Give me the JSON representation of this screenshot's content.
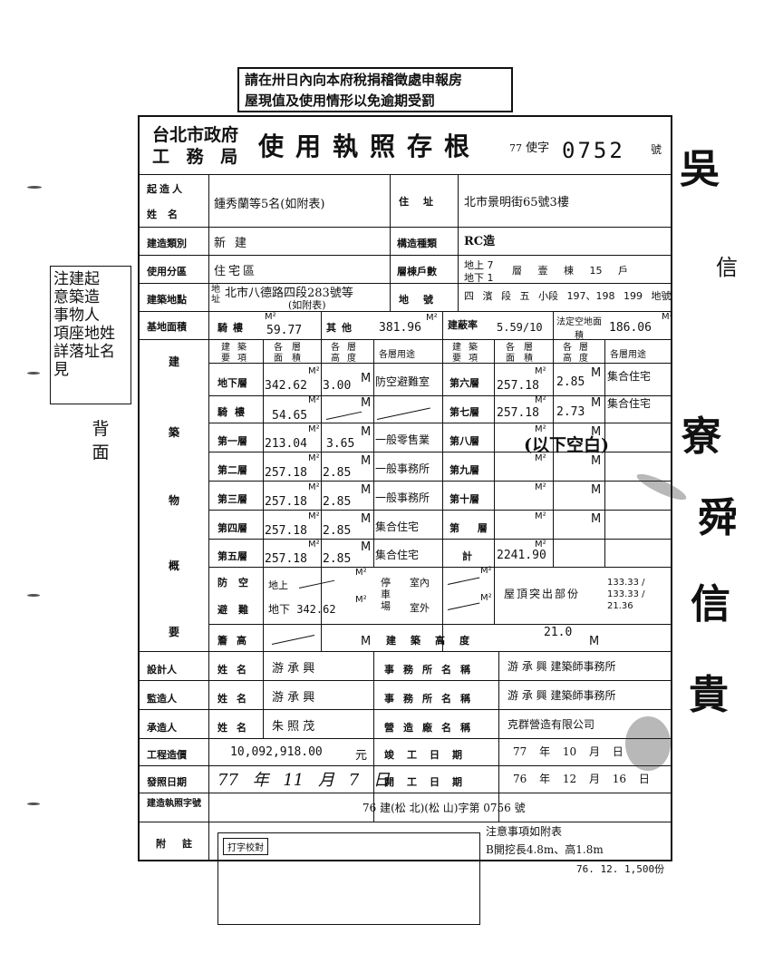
{
  "notice_stamp": {
    "line1": "請在卅日內向本府稅捐稽徵處申報房",
    "line2": "屋現值及使用情形以免逾期受罰"
  },
  "side_note": {
    "text": "注建起\n意築造\n事物人\n項座地姓\n詳落址名\n見",
    "back": "背\n面"
  },
  "header": {
    "agency_line1": "台北市政府",
    "agency_line2": "工 務 局",
    "title": "使用執照存根",
    "year_label": "77",
    "number_label": "使字",
    "number": "0752",
    "number_suffix": "號"
  },
  "applicant": {
    "label_top": "起造人",
    "label_bottom": "姓名",
    "value": "鍾秀蘭等5名(如附表)",
    "address_label": "住址",
    "address": "北市景明街65號3樓"
  },
  "building_type": {
    "label": "建造類別",
    "value": "新建",
    "structure_label": "構造種類",
    "structure": "RC造"
  },
  "zoning": {
    "label": "使用分區",
    "value": "住宅區",
    "floors_label": "層棟戶數",
    "above_ground": "地上 7",
    "below_ground": "地下 1",
    "floors_text": "層 壹 棟 15 戶"
  },
  "site": {
    "label": "建築地點",
    "sub_label": "地址",
    "value": "北市八德路四段283號等",
    "value2": "(如附表)",
    "lot_label": "地號",
    "lot": "四 濱 段 五 小段 197、198 199 地號"
  },
  "base_area": {
    "label": "基地面積",
    "arcade_label": "騎樓",
    "arcade": "59.77",
    "other_label": "其他",
    "other": "381.96",
    "coverage_label": "建蔽率",
    "coverage": "5.59/10",
    "legal_label": "法定空地面積",
    "legal": "186.06"
  },
  "section_labels": {
    "c1": "建",
    "c2": "築",
    "c3": "物",
    "c4": "概",
    "c5": "要"
  },
  "col_headers": {
    "item": "建築要項",
    "area": "各層面積",
    "height": "各層高度",
    "use": "各層用途"
  },
  "left_floors": [
    {
      "name": "地下層",
      "area": "342.62",
      "height": "3.00",
      "use": "防空避難室"
    },
    {
      "name": "騎樓",
      "area": "54.65",
      "height": "",
      "use": ""
    },
    {
      "name": "第一層",
      "area": "213.04",
      "height": "3.65",
      "use": "一般零售業"
    },
    {
      "name": "第二層",
      "area": "257.18",
      "height": "2.85",
      "use": "一般事務所"
    },
    {
      "name": "第三層",
      "area": "257.18",
      "height": "2.85",
      "use": "一般事務所"
    },
    {
      "name": "第四層",
      "area": "257.18",
      "height": "2.85",
      "use": "集合住宅"
    },
    {
      "name": "第五層",
      "area": "257.18",
      "height": "2.85",
      "use": "集合住宅"
    }
  ],
  "right_floors": [
    {
      "name": "第六層",
      "area": "257.18",
      "height": "2.85",
      "use": "集合住宅"
    },
    {
      "name": "第七層",
      "area": "257.18",
      "height": "2.73",
      "use": "集合住宅"
    },
    {
      "name": "第八層",
      "area": "",
      "height": "",
      "use": ""
    },
    {
      "name": "第九層",
      "area": "",
      "height": "",
      "use": ""
    },
    {
      "name": "第十層",
      "area": "",
      "height": "",
      "use": ""
    },
    {
      "name": "第 層",
      "area": "",
      "height": "",
      "use": ""
    },
    {
      "name": "計",
      "area": "2241.90",
      "height": "",
      "use": ""
    }
  ],
  "blank_note": "(以下空白)",
  "units": {
    "m2": "M²",
    "m": "M"
  },
  "shelter": {
    "label_top": "防空",
    "label_bottom": "避難",
    "above": "地上",
    "below": "地下 342.62",
    "parking_label": "停車場",
    "indoor": "室內",
    "outdoor": "室外",
    "roof_label": "屋頂突出部份",
    "roof_values": "133.33 / 133.33 / 21.36"
  },
  "eaves": {
    "label": "簷高",
    "height_label": "建築高度",
    "height": "21.0"
  },
  "designer": {
    "label": "設計人",
    "name_label": "姓名",
    "name": "游 承 興",
    "office_label": "事務所名稱",
    "office": "游 承 興 建築師事務所"
  },
  "supervisor": {
    "label": "監造人",
    "name_label": "姓名",
    "name": "游 承 興",
    "office_label": "事務所名稱",
    "office": "游 承 興 建築師事務所"
  },
  "contractor": {
    "label": "承造人",
    "name_label": "姓名",
    "name": "朱 照 茂",
    "office_label": "營造廠名稱",
    "office": "克群營造有限公司"
  },
  "cost": {
    "label": "工程造價",
    "value": "10,092,918.00",
    "unit": "元",
    "done_label": "竣工日期",
    "done": "77 年 10 月 日"
  },
  "issue": {
    "label": "發照日期",
    "value": "77 年 11 月 7 日",
    "start_label": "開工日期",
    "start": "76 年 12 月 16 日"
  },
  "permit": {
    "label": "建造執照字號",
    "value": "76 建(松 北)(松 山)字第 0756 號"
  },
  "remarks": {
    "label": "附註",
    "stamp_text": "打字校對",
    "notes1": "注意事項如附表",
    "notes2": "B開挖長4.8m、高1.8m"
  },
  "footer": "76. 12. 1,500份",
  "right_handwriting": {
    "c1": "吳",
    "c2": "信",
    "c3": "寮",
    "c4": "舜",
    "c5": "信",
    "c6": "貴"
  }
}
